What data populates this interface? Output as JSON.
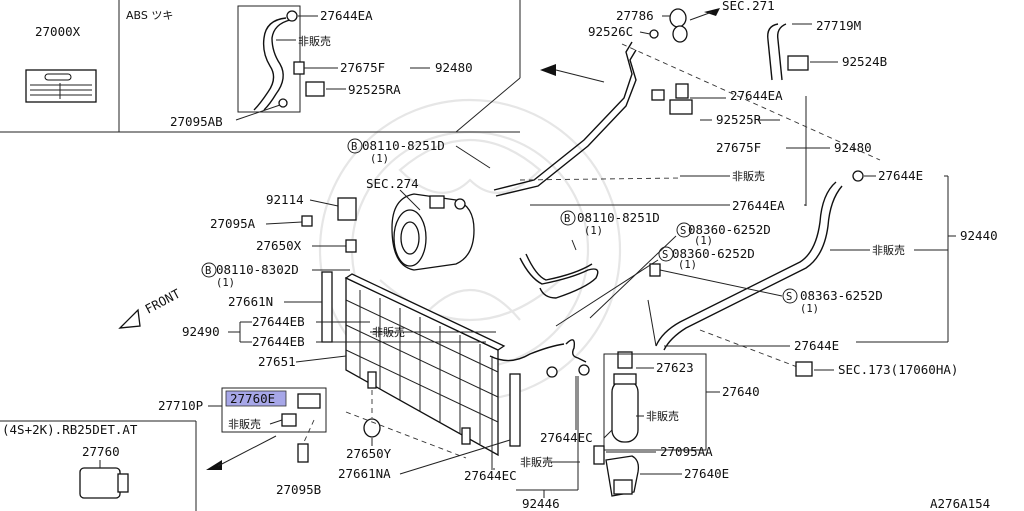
{
  "diagram_id": "A276A154",
  "frames": {
    "top_left_part": "27000X",
    "abs_label": "ABS ツキ",
    "variant_label": "(4S+2K).RB25DET.AT",
    "variant_part": "27760"
  },
  "callouts": {
    "c27644EA_top": "27644EA",
    "not_for_sale_1": "非販売",
    "c27675F_top": "27675F",
    "c92480_top": "92480",
    "c92525RA": "92525RA",
    "c27095AB": "27095AB",
    "c27786": "27786",
    "sec271": "SEC.271",
    "c92526C": "92526C",
    "c27719M": "27719M",
    "c92524B": "92524B",
    "c27644EA_mid": "27644EA",
    "c92525R": "92525R",
    "b08110_8251D_top": "08110-8251D",
    "qty_1a": "(1)",
    "c27675F_mid": "27675F",
    "c92480_mid": "92480",
    "not_for_sale_2": "非販売",
    "c27644E_top": "27644E",
    "sec274": "SEC.274",
    "c27644EA_low": "27644EA",
    "c92114": "92114",
    "c27095A": "27095A",
    "b08110_8251D_mid": "08110-8251D",
    "qty_1b": "(1)",
    "s08360_6252D_a": "08360-6252D",
    "qty_1c": "(1)",
    "c92440": "92440",
    "c27650X": "27650X",
    "s08360_6252D_b": "08360-6252D",
    "qty_1d": "(1)",
    "not_for_sale_3": "非販売",
    "b08110_8302D": "08110-8302D",
    "qty_1e": "(1)",
    "front": "FRONT",
    "s08363_6252D": "08363-6252D",
    "qty_1f": "(1)",
    "c27661N": "27661N",
    "c27644EB_a": "27644EB",
    "c92490": "92490",
    "not_for_sale_4": "非販売",
    "c27644EB_b": "27644EB",
    "c27644E_low": "27644E",
    "c27651": "27651",
    "c27623": "27623",
    "sec173": "SEC.173(17060HA)",
    "c27640": "27640",
    "c27710P": "27710P",
    "c27760E": "27760E",
    "not_for_sale_5": "非販売",
    "not_for_sale_6": "非販売",
    "c27644EC_a": "27644EC",
    "c27650Y": "27650Y",
    "c27095AA": "27095AA",
    "not_for_sale_7": "非販売",
    "c27661NA": "27661NA",
    "c27644EC_b": "27644EC",
    "c27640E": "27640E",
    "c27095B": "27095B",
    "c92446": "92446"
  },
  "highlight_color": "#a7a7e8"
}
